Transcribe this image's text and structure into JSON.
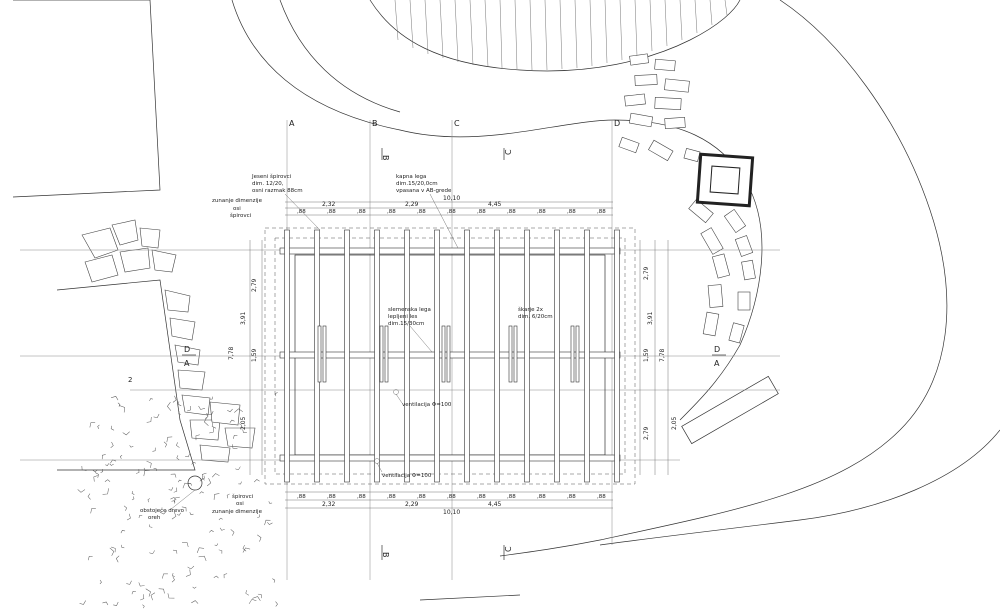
{
  "axes": {
    "a": "A",
    "b": "B",
    "c": "C",
    "d": "D"
  },
  "section_marks": {
    "b": "B",
    "c": "C",
    "d": "D",
    "a": "A"
  },
  "notes": {
    "jeseni_1": "Jeseni špirovci",
    "jeseni_2": "dim. 12/20,",
    "jeseni_3": "osni razmak 88cm",
    "zunanje": "zunanje dimenzije",
    "osi_1": "osi",
    "osi_2": "špirovci",
    "kapna_1": "kapna lega",
    "kapna_2": "dim.15/20,0cm",
    "kapna_3": "vpasana v AB-grede",
    "slemenska_1": "slemenska lega",
    "slemenska_2": "lepljeni les",
    "slemenska_3": "dim.15/30cm",
    "skarje_1": "škarje 2x",
    "skarje_2": "dim. 6/20cm",
    "ventilacija_1": "ventilacija Φ=100",
    "ventilacija_2": "ventilacija Φ=100",
    "spirovci_bottom_1": "špirovci",
    "spirovci_bottom_2": "osi",
    "zunanje_bottom": "zunanje dimenzije",
    "obstojece_1": "obstoječe drevo",
    "obstojece_2": "oreh",
    "label_2": "2"
  },
  "dimensions": {
    "top_total": "10,10",
    "top_left": "2,32",
    "top_mid": "2,29",
    "top_right": "4,45",
    "spacing": ",88",
    "bottom_total": "10,10",
    "bottom_left": "2,32",
    "bottom_mid": "2,29",
    "bottom_right": "4,45",
    "left_a": "2,79",
    "left_b": "3,91",
    "left_c": "1,59",
    "left_d": "7,78",
    "left_e": "2,05",
    "right_a": "2,79",
    "right_b": "3,91",
    "right_c": "1,59",
    "right_d": "7,78",
    "right_e": "2,05",
    "right_f": "2,79"
  }
}
